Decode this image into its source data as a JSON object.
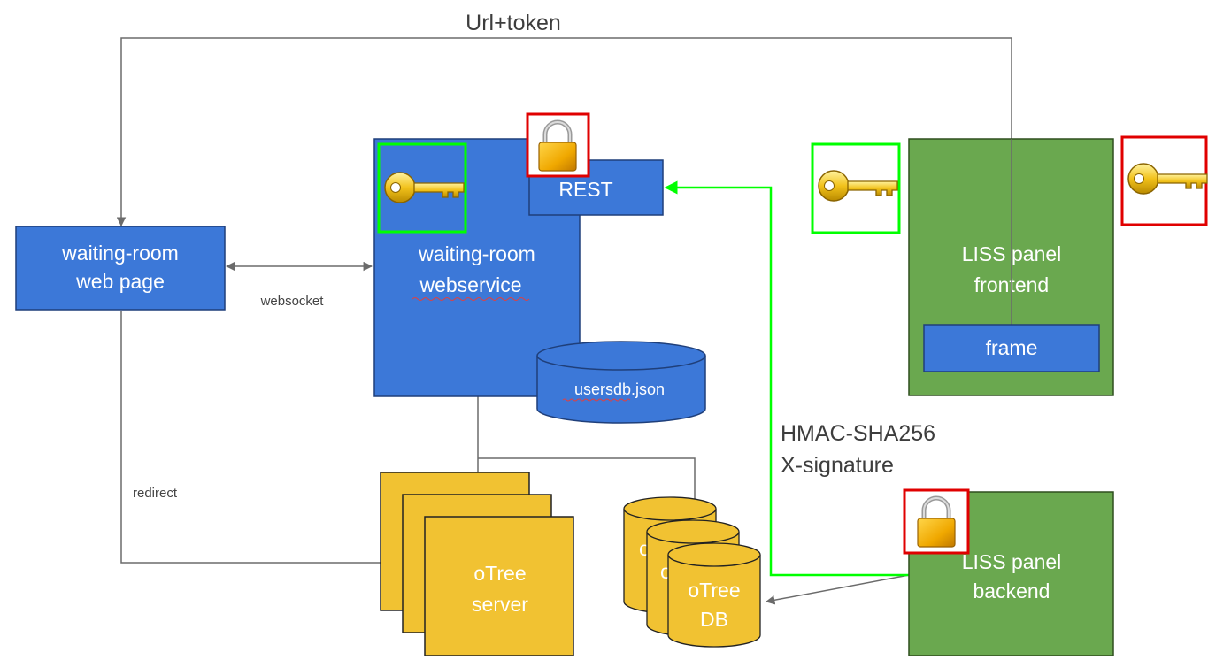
{
  "colors": {
    "blue_box": "#3c78d8",
    "blue_border": "#1f3f7a",
    "green_box": "#6aa84f",
    "yellow_box": "#f1c232",
    "green_frame": "#00ff00",
    "red_frame": "#e00000",
    "arrow_gray": "#6b6b6b",
    "arrow_green": "#00ff00"
  },
  "connections": {
    "url_token": "Url+token",
    "websocket": "websocket",
    "redirect": "redirect",
    "hmac_line1": "HMAC-SHA256",
    "hmac_line2": "X-signature"
  },
  "nodes": {
    "waiting_room_web_page": {
      "line1": "waiting-room",
      "line2": "web page"
    },
    "waiting_room_webservice": {
      "line1": "waiting-room",
      "line2": "webservice"
    },
    "rest": "REST",
    "usersdb": "usersdb.json",
    "liss_frontend": {
      "line1": "LISS panel",
      "line2": "frontend"
    },
    "frame": "frame",
    "otree_server": {
      "line1": "oTree",
      "line2": "server"
    },
    "otree_db": {
      "line1": "oTree",
      "line2": "DB",
      "back_letter": "o"
    },
    "liss_backend": {
      "line1": "LISS panel",
      "line2": "backend"
    }
  },
  "icons": {
    "key": "key-icon",
    "padlock": "padlock-icon"
  }
}
